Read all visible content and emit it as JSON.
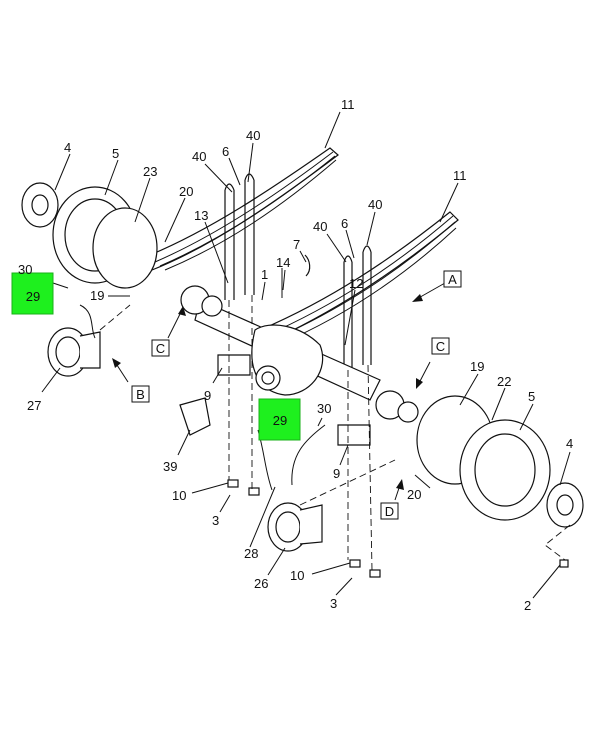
{
  "callouts": {
    "c11a": "11",
    "c40a": "40",
    "c40b": "40",
    "c6a": "6",
    "c4a": "4",
    "c5a": "5",
    "c23": "23",
    "c20a": "20",
    "c13": "13",
    "c11b": "11",
    "c40c": "40",
    "c6b": "6",
    "c40d": "40",
    "c7": "7",
    "c14": "14",
    "c1": "1",
    "c12": "12",
    "c30a": "30",
    "c19a": "19",
    "c27": "27",
    "c9a": "9",
    "c39": "39",
    "c10a": "10",
    "c3a": "3",
    "c30b": "30",
    "c9b": "9",
    "c28": "28",
    "c26": "26",
    "c10b": "10",
    "c3b": "3",
    "c19b": "19",
    "c22": "22",
    "c5b": "5",
    "c4b": "4",
    "c20b": "20",
    "c2": "2"
  },
  "views": {
    "a": "A",
    "b": "B",
    "c1": "C",
    "c2": "C",
    "d": "D"
  },
  "highlights": {
    "h1": "29",
    "h2": "29"
  },
  "colors": {
    "highlight": "#1ef01e",
    "ink": "#111111"
  }
}
